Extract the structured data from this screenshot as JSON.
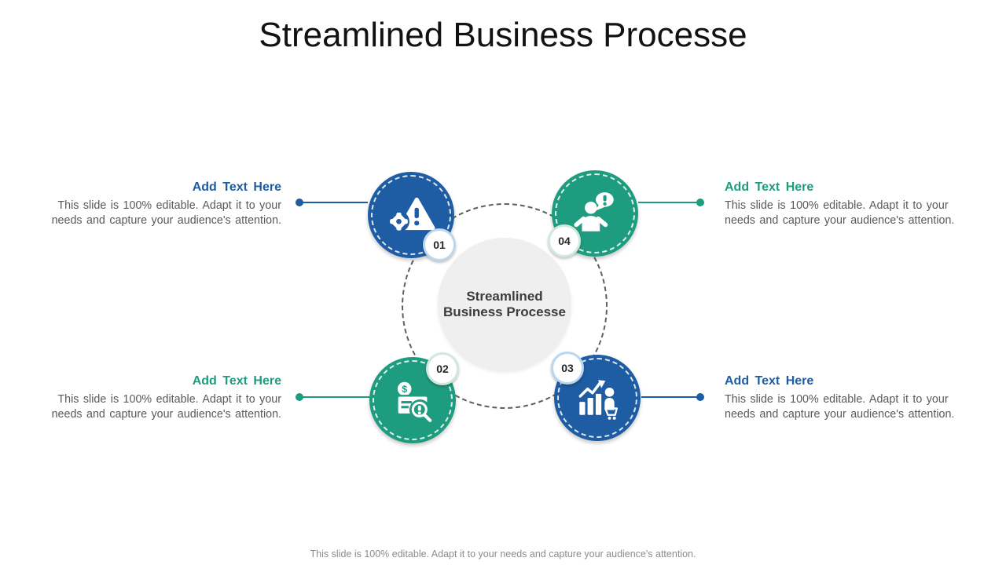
{
  "title": "Streamlined Business Processe",
  "center_circle": {
    "line1": "Streamlined",
    "line2": "Business Processe"
  },
  "steps": [
    {
      "number": "01",
      "icon": "warning-gear-icon",
      "color": "#1e5ca4"
    },
    {
      "number": "02",
      "icon": "payment-audit-icon",
      "color": "#1e9c80"
    },
    {
      "number": "03",
      "icon": "growth-cart-icon",
      "color": "#1e5ca4"
    },
    {
      "number": "04",
      "icon": "customer-question-icon",
      "color": "#1e9c80"
    }
  ],
  "callouts": [
    {
      "position": "top-left",
      "accent": "#1e5ca4",
      "heading": "Add Text Here",
      "body_line1": "This slide is 100% editable. Adapt it to your",
      "body_line2": "needs and capture your audience's attention."
    },
    {
      "position": "top-right",
      "accent": "#1e9c80",
      "heading": "Add Text Here",
      "body_line1": "This slide is 100% editable. Adapt it to your",
      "body_line2": "needs and capture your audience's attention."
    },
    {
      "position": "bottom-left",
      "accent": "#1e9c80",
      "heading": "Add Text Here",
      "body_line1": "This slide is 100% editable. Adapt it to your",
      "body_line2": "needs and capture your audience's attention."
    },
    {
      "position": "bottom-right",
      "accent": "#1e5ca4",
      "heading": "Add Text Here",
      "body_line1": "This slide is 100% editable. Adapt it to your",
      "body_line2": "needs and capture your audience's attention."
    }
  ],
  "footer": "This slide is 100% editable. Adapt it to your needs and capture your audience's attention.",
  "colors": {
    "blue": "#1e5ca4",
    "teal": "#1e9c80",
    "badge_ring_blue": "#b9d7ef",
    "badge_ring_teal": "#cfe9df",
    "center_circle_fill": "#efefef",
    "center_text": "#3c3c3c",
    "body_text": "#595959",
    "footer_text": "#8c8c8c",
    "dashed_ring": "#5f5f5f"
  }
}
